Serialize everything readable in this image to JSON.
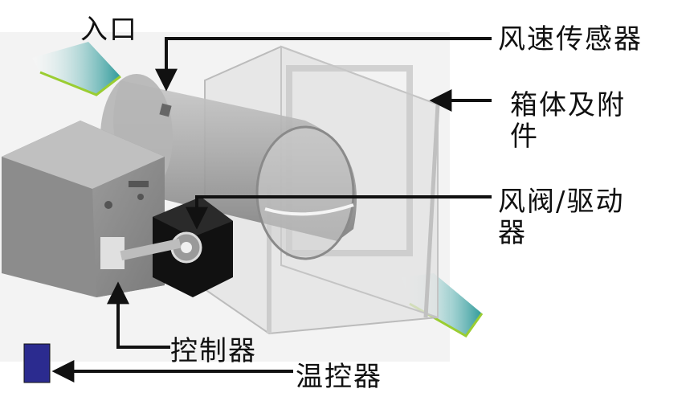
{
  "labels": {
    "inlet": "入口",
    "airflow_sensor": "风速传感器",
    "box_line1": "箱体及附",
    "box_line2": "件",
    "damper_line1": "风阀/驱动",
    "damper_line2": "器",
    "controller": "控制器",
    "thermostat": "温控器"
  },
  "colors": {
    "background": "#ffffff",
    "panel": "#f2f2f2",
    "arrow_fill": "#3a9fa0",
    "arrow_edge": "#9acd32",
    "thermostat": "#2b2b8f",
    "leader": "#111111"
  }
}
